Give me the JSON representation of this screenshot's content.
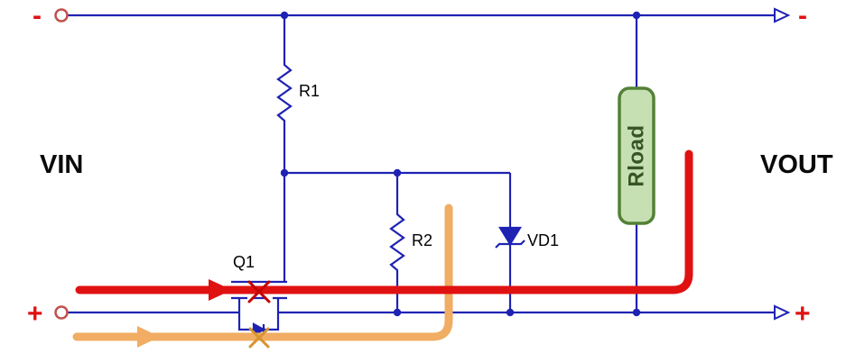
{
  "diagram": {
    "labels": {
      "vin": "VIN",
      "vout": "VOUT",
      "r1": "R1",
      "r2": "R2",
      "vd1": "VD1",
      "q1": "Q1",
      "rload": "Rload",
      "minus_top_left": "-",
      "minus_top_right": "-",
      "plus_bottom_left": "+",
      "plus_bottom_right": "+"
    },
    "colors": {
      "wire": "#1f23b3",
      "red_path": "#e01111",
      "red_x": "#c40000",
      "orange_path": "#f0ad63",
      "orange_x": "#d8932f",
      "polarity": "#e01111",
      "port_circle": "#c0504d",
      "rload_fill": "#c6e0b4",
      "rload_stroke": "#538135",
      "rload_text": "#375623"
    }
  }
}
